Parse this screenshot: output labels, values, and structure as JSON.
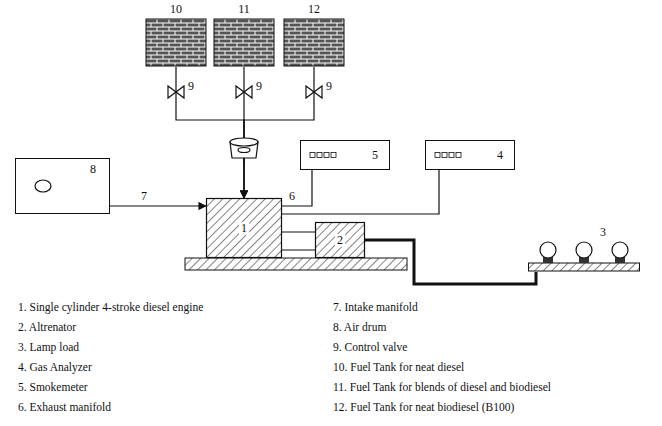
{
  "diagram": {
    "nodes": [
      {
        "text": [
          "10"
        ]
      },
      {
        "text": [
          "11"
        ]
      },
      {
        "text": [
          "12"
        ]
      },
      {
        "text": [
          "8"
        ]
      },
      {
        "text": [
          "5"
        ]
      },
      {
        "text": [
          "4"
        ]
      },
      {
        "text": [
          "1"
        ]
      },
      {
        "text": [
          "2"
        ]
      },
      {
        "text": [
          "3"
        ]
      }
    ],
    "edges": [
      {
        "from": 0,
        "to": 6,
        "arrow": "to",
        "label": "9"
      },
      {
        "from": 1,
        "to": 6,
        "arrow": "to",
        "label": "9"
      },
      {
        "from": 2,
        "to": 6,
        "arrow": "to",
        "label": "9"
      },
      {
        "from": 3,
        "to": 6,
        "arrow": "to",
        "label": "7"
      },
      {
        "from": 6,
        "to": 4,
        "arrow": "none",
        "label": "6"
      },
      {
        "from": 6,
        "to": 5,
        "arrow": "none"
      },
      {
        "from": 6,
        "to": 7,
        "arrow": "none"
      },
      {
        "from": 7,
        "to": 8,
        "arrow": "none"
      }
    ],
    "labels": [
      "1. Single cylinder 4-stroke diesel engine",
      "2. Altrenator",
      "3. Lamp load",
      "4. Gas Analyzer",
      "5. Smokemeter",
      "6. Exhaust manifold",
      "7. Intake manifold",
      "8. Air drum",
      "9. Control valve",
      "10. Fuel Tank for neat diesel",
      "11. Fuel Tank for blends of diesel and biodiesel",
      "12. Fuel Tank for neat biodiesel (B100)"
    ]
  }
}
